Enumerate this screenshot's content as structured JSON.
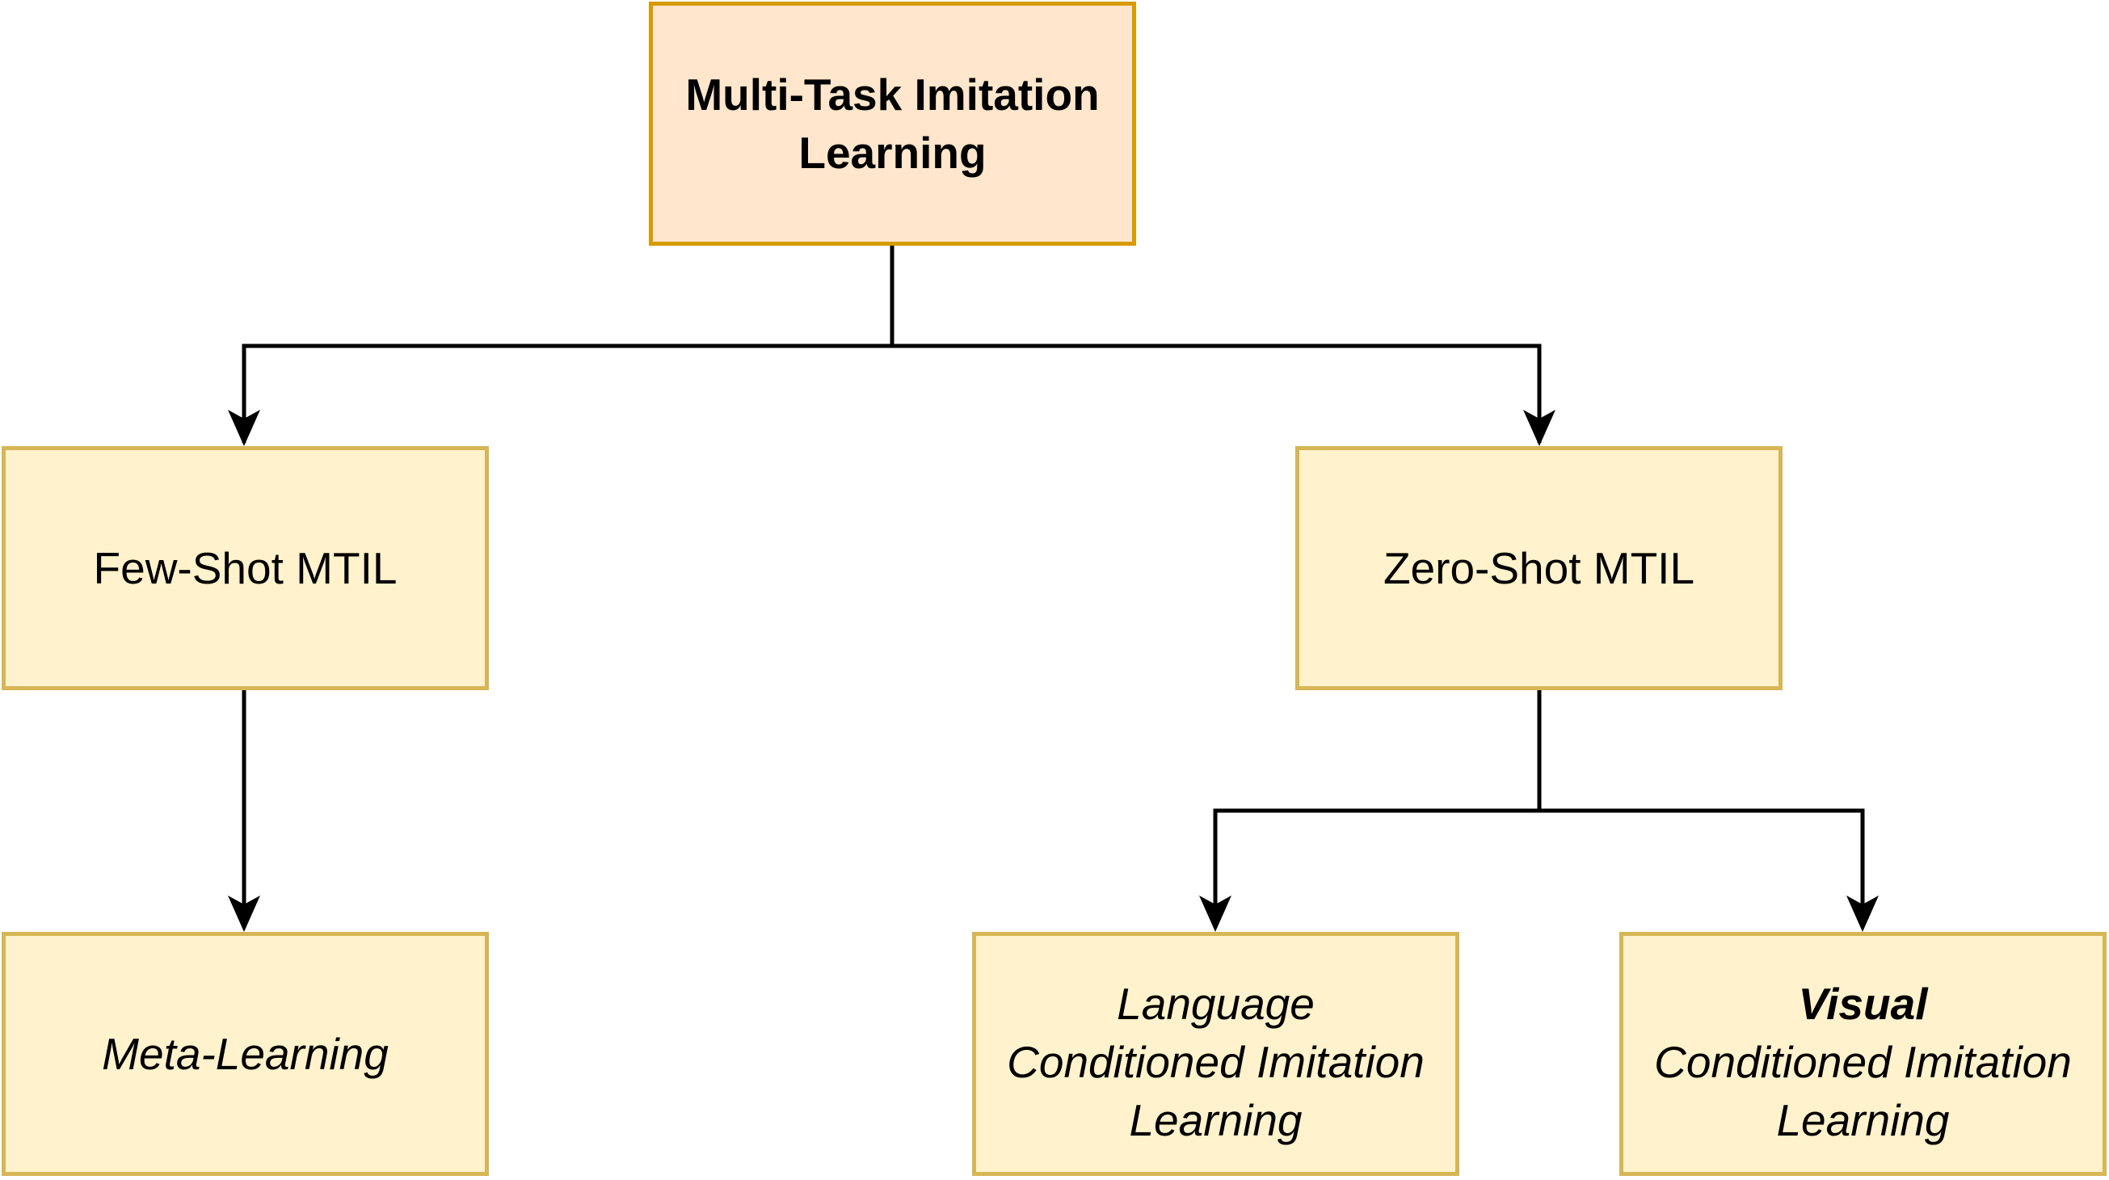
{
  "nodes": {
    "root": {
      "lines": [
        "Multi-Task Imitation",
        "Learning"
      ],
      "fill": "#ffe6cc",
      "stroke": "#d79b00"
    },
    "few_shot": {
      "label": "Few-Shot MTIL",
      "fill": "#fff2cc",
      "stroke": "#d6b656"
    },
    "zero_shot": {
      "label": "Zero-Shot MTIL",
      "fill": "#fff2cc",
      "stroke": "#d6b656"
    },
    "meta": {
      "label": "Meta-Learning",
      "fill": "#fff2cc",
      "stroke": "#d6b656"
    },
    "language": {
      "lines": [
        "Language",
        "Conditioned Imitation",
        "Learning"
      ],
      "fill": "#fff2cc",
      "stroke": "#d6b656"
    },
    "visual": {
      "lines": [
        "Visual",
        "Conditioned Imitation",
        "Learning"
      ],
      "fill": "#fff2cc",
      "stroke": "#d6b656"
    }
  },
  "edges": [
    {
      "from": "root",
      "to": "few_shot"
    },
    {
      "from": "root",
      "to": "zero_shot"
    },
    {
      "from": "few_shot",
      "to": "meta"
    },
    {
      "from": "zero_shot",
      "to": "language"
    },
    {
      "from": "zero_shot",
      "to": "visual"
    }
  ],
  "colors": {
    "edge": "#000000"
  }
}
